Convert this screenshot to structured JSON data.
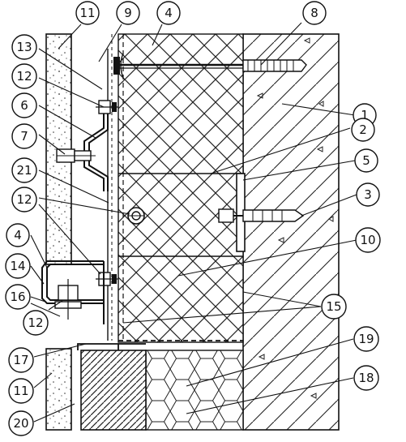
{
  "diagram": {
    "callouts": [
      "11",
      "9",
      "4",
      "8",
      "13",
      "12",
      "6",
      "7",
      "21",
      "12",
      "4",
      "14",
      "16",
      "12",
      "17",
      "11",
      "20",
      "1",
      "2",
      "5",
      "3",
      "10",
      "15",
      "19",
      "18"
    ]
  }
}
